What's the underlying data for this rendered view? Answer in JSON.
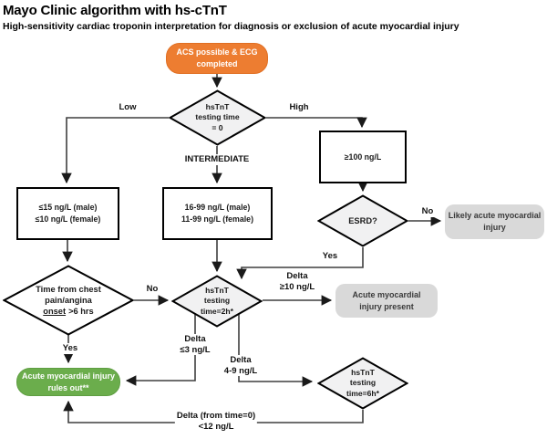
{
  "header": {
    "title": "Mayo Clinic algorithm with hs-cTnT",
    "subtitle": "High-sensitivity cardiac troponin interpretation for diagnosis or exclusion of acute myocardial injury"
  },
  "colors": {
    "accent_orange": "#ED7D31",
    "accent_green": "#6BAD4C",
    "result_gray": "#D9D9D9",
    "decision_fill": "#F1F1F2",
    "connector": "#3f3f3f"
  },
  "nodes": {
    "start": {
      "line1": "ACS possible & ECG",
      "line2": "completed"
    },
    "time0": {
      "line1": "hsTnT",
      "line2": "testing time",
      "line3": "= 0"
    },
    "ge100": {
      "line1": "≥100 ng/L"
    },
    "esrd": {
      "line1": "ESRD?"
    },
    "likely": {
      "line1": "Likely acute myocardial",
      "line2": "injury"
    },
    "low_cutoff": {
      "line1": "≤15 ng/L (male)",
      "line2": "≤10 ng/L (female)"
    },
    "intermediate_range": {
      "line1": "16-99 ng/L (male)",
      "line2": "11-99 ng/L (female)"
    },
    "chest": {
      "line1": "Time from chest",
      "line2": "pain/angina",
      "onset_word": "onset",
      "line3_rest": ">6 hrs"
    },
    "t2h": {
      "line1": "hsTnT",
      "line2": "testing",
      "line3": "time=2h*"
    },
    "present": {
      "line1": "Acute myocardial",
      "line2": "injury present"
    },
    "ruled_out": {
      "line1": "Acute myocardial injury",
      "line2": "rules out**"
    },
    "t6h": {
      "line1": "hsTnT",
      "line2": "testing",
      "line3": "time=6h*"
    }
  },
  "edge_labels": {
    "low": "Low",
    "high": "High",
    "intermediate": "INTERMEDIATE",
    "esrd_no": "No",
    "esrd_yes": "Yes",
    "chest_no": "No",
    "chest_yes": "Yes",
    "delta_ge10": [
      "Delta",
      "≥10 ng/L"
    ],
    "delta_le3": [
      "Delta",
      "≤3 ng/L"
    ],
    "delta_4_9": [
      "Delta",
      "4-9 ng/L"
    ],
    "delta_from0": [
      "Delta (from time=0)",
      "<12 ng/L"
    ]
  }
}
